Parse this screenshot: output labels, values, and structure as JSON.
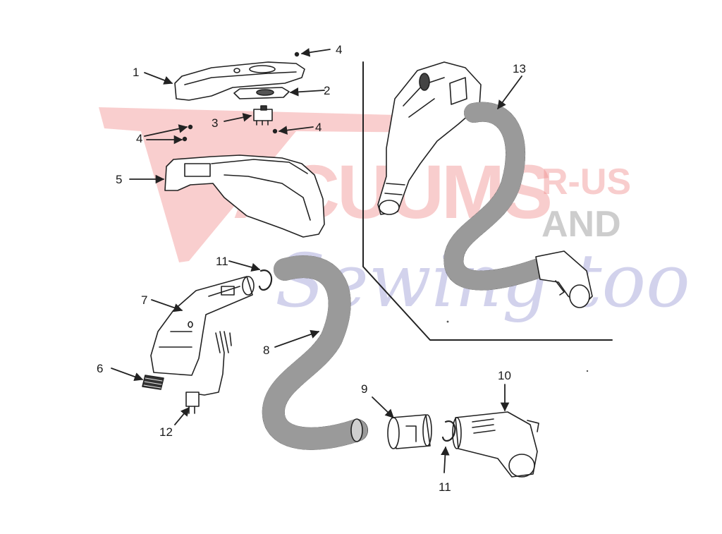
{
  "watermark": {
    "main": "ACUUMS",
    "tag_top": "R-US",
    "tag_bottom": "AND",
    "script": "Sewing too",
    "colors": {
      "red": "#f08a8a",
      "gray": "#8a8a8a",
      "blue": "#8c8ccf"
    }
  },
  "callouts": [
    {
      "id": "1",
      "label": "1"
    },
    {
      "id": "2",
      "label": "2"
    },
    {
      "id": "3",
      "label": "3"
    },
    {
      "id": "4a",
      "label": "4"
    },
    {
      "id": "4b",
      "label": "4"
    },
    {
      "id": "4c",
      "label": "4"
    },
    {
      "id": "5",
      "label": "5"
    },
    {
      "id": "6",
      "label": "6"
    },
    {
      "id": "7",
      "label": "7"
    },
    {
      "id": "8",
      "label": "8"
    },
    {
      "id": "9",
      "label": "9"
    },
    {
      "id": "10",
      "label": "10"
    },
    {
      "id": "11a",
      "label": "11"
    },
    {
      "id": "11b",
      "label": "11"
    },
    {
      "id": "12",
      "label": "12"
    },
    {
      "id": "13",
      "label": "13"
    }
  ]
}
